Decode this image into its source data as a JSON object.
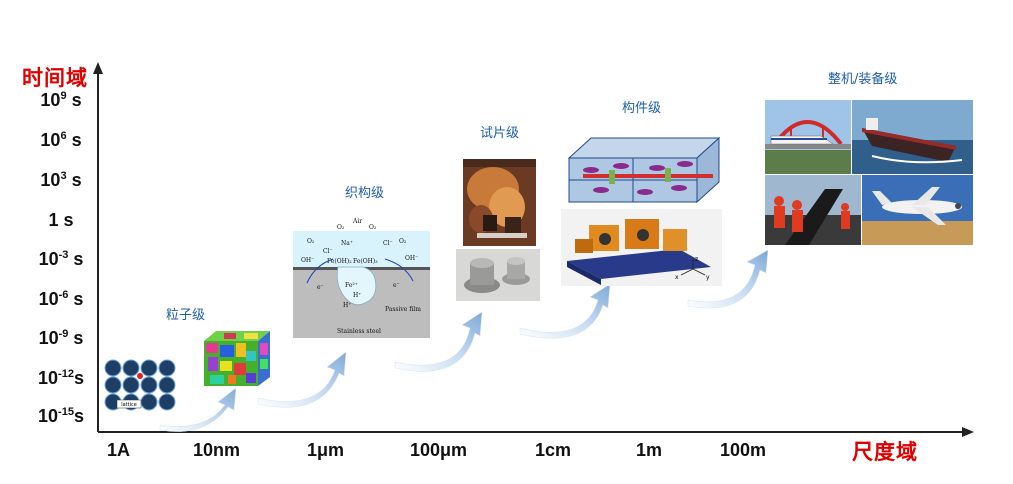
{
  "axes": {
    "y_title": "时间域",
    "x_title": "尺度域",
    "y_ticks": [
      {
        "base": "10",
        "exp": "9",
        "unit": " s"
      },
      {
        "base": "10",
        "exp": "6",
        "unit": " s"
      },
      {
        "base": "10",
        "exp": "3",
        "unit": " s"
      },
      {
        "base": "1 s",
        "exp": "",
        "unit": ""
      },
      {
        "base": "10",
        "exp": "-3",
        "unit": " s"
      },
      {
        "base": "10",
        "exp": "-6",
        "unit": " s"
      },
      {
        "base": "10",
        "exp": "-9",
        "unit": " s"
      },
      {
        "base": "10",
        "exp": "-12",
        "unit": "s"
      },
      {
        "base": "10",
        "exp": "-15",
        "unit": "s"
      }
    ],
    "x_ticks": [
      "1A",
      "10nm",
      "1μm",
      "100μm",
      "1cm",
      "1m",
      "100m"
    ]
  },
  "levels": {
    "particle": "粒子级",
    "microstructure": "织构级",
    "specimen": "试片级",
    "component": "构件级",
    "equipment": "整机/装备级"
  },
  "corrosion_diagram": {
    "air": "Air",
    "o2_a": "O₂",
    "o2_b": "O₂",
    "o2_c": "O₂",
    "o2_d": "O₂",
    "na": "Na⁺",
    "cl_a": "Cl⁻",
    "cl_b": "Cl⁻",
    "oh_a": "OH⁻",
    "oh_b": "OH⁻",
    "feoh_a": "Fe(OH)₂",
    "feoh_b": "Fe(OH)₃",
    "passive_film": "Passive film",
    "stainless_steel": "Stainless steel",
    "e_a": "e⁻",
    "e_b": "e⁻",
    "fe": "Fe²⁺",
    "h_a": "H⁺",
    "h_b": "H⁺"
  },
  "atom_label": "lattice",
  "component_axes": {
    "x": "x",
    "y": "y",
    "z": "z"
  },
  "colors": {
    "axis_title": "#e00000",
    "level_label": "#1f5fa8",
    "arrow": "#8fb8e3"
  }
}
